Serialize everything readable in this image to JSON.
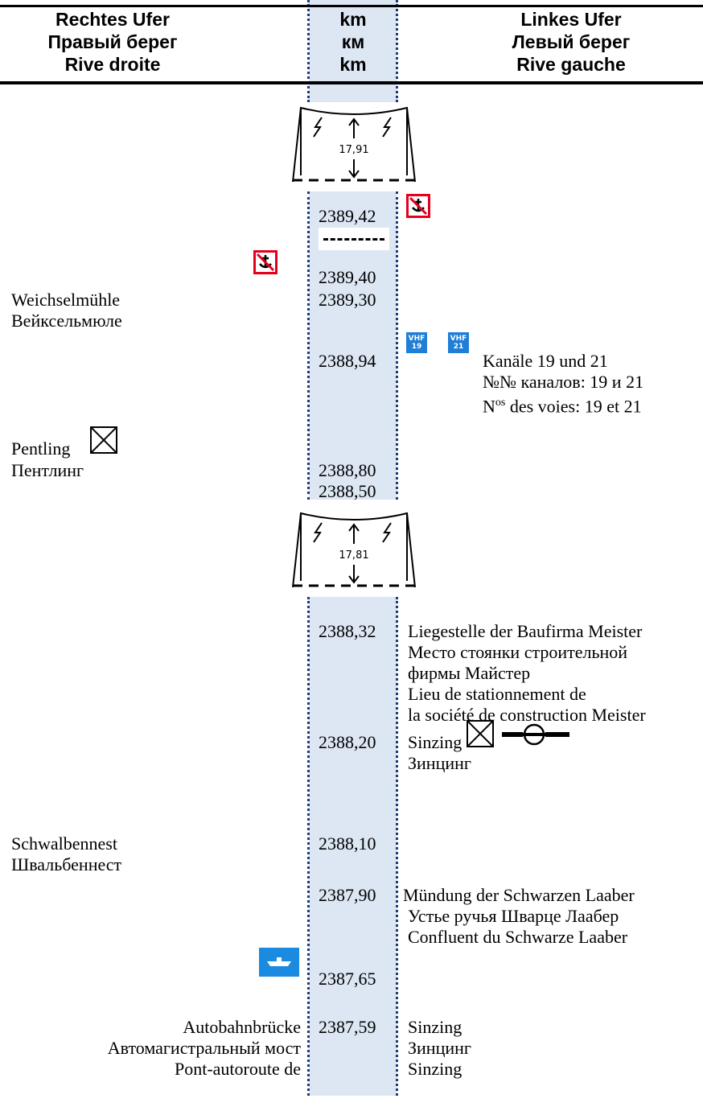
{
  "header": {
    "left": [
      "Rechtes Ufer",
      "Правый берег",
      "Rive droite"
    ],
    "center": [
      "km",
      "км",
      "km"
    ],
    "right": [
      "Linkes Ufer",
      "Левый берег",
      "Rive gauche"
    ]
  },
  "clearances": [
    "17,91",
    "17,81"
  ],
  "km_values": [
    "2389,42",
    "2389,40",
    "2389,30",
    "2388,94",
    "2388,80",
    "2388,50",
    "2388,32",
    "2388,20",
    "2388,10",
    "2387,90",
    "2387,65",
    "2387,59"
  ],
  "left_bank": {
    "weichsel": [
      "Weichselmühle",
      "Вейксельмюле"
    ],
    "pentling": [
      "Pentling",
      "Пентлинг"
    ],
    "schwalben": [
      "Schwalbennest",
      "Швальбеннест"
    ],
    "autobahn": [
      "Autobahnbrücke",
      "Автомагистральный мост",
      "Pont-autoroute de"
    ]
  },
  "right_bank": {
    "vhf_badges": [
      [
        "VHF",
        "19"
      ],
      [
        "VHF",
        "21"
      ]
    ],
    "kanaele": [
      "Kanäle 19 und 21",
      "№№ каналов: 19 и 21",
      "des voies: 19 et 21"
    ],
    "kanaele_prefix": "N",
    "kanaele_sup": "os",
    "meister": [
      "Liegestelle der Baufirma Meister",
      "Место стоянки строительной",
      "фирмы Майстер",
      "Lieu de stationnement de",
      "la société de construction Meister"
    ],
    "sinzing1": [
      "Sinzing",
      "Зинцинг"
    ],
    "muendung": [
      "Mündung der Schwarzen Laaber",
      "Устье ручья Шварце Лаабер",
      "Confluent du Schwarze Laaber"
    ],
    "sinzing2": [
      "Sinzing",
      "Зинцинг",
      "Sinzing"
    ]
  }
}
